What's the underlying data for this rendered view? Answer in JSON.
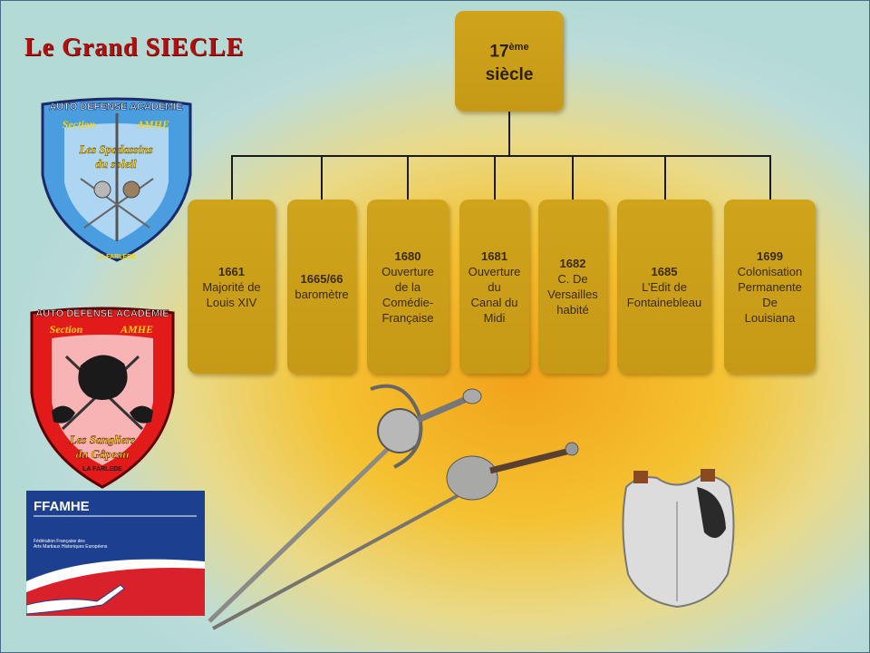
{
  "slide": {
    "title": "Le Grand SIECLE",
    "root": {
      "number": "17",
      "suffix": "ème",
      "word": "siècle"
    },
    "events": [
      {
        "year": "1661",
        "lines": [
          "Majorité de",
          "Louis XIV"
        ]
      },
      {
        "year": "1665/66",
        "lines": [
          "baromètre"
        ]
      },
      {
        "year": "1680",
        "lines": [
          "Ouverture",
          "de la",
          "Comédie-",
          "Française"
        ]
      },
      {
        "year": "1681",
        "lines": [
          "Ouverture",
          "du",
          "Canal du",
          "Midi"
        ]
      },
      {
        "year": "1682",
        "lines": [
          "C. De",
          "Versailles",
          "habité"
        ]
      },
      {
        "year": "1685",
        "lines": [
          "L’Edit de",
          "Fontainebleau"
        ]
      },
      {
        "year": "1699",
        "lines": [
          "Colonisation",
          "Permanente",
          "De",
          "Louisiana"
        ]
      }
    ]
  },
  "logos": {
    "shield_blue": {
      "banner": "AUTO DEFENSE ACADEMIE",
      "section": "Section",
      "amhe": "AMHE",
      "name1": "Les Spadassins",
      "name2": "du soleil",
      "town": "LA FARLEDE"
    },
    "shield_red": {
      "banner": "AUTO DEFENSE ACADEMIE",
      "section": "Section",
      "amhe": "AMHE",
      "name1": "Les Sangliers",
      "name2": "du Gâpeau",
      "town": "LA FARLEDE"
    },
    "ffamhe": {
      "name": "FFAMHE",
      "line1": "Fédération Française des",
      "line2": "Arts Martiaux Historiques Européens"
    }
  },
  "colors": {
    "title": "#b01010",
    "box": "#c99d17",
    "shield_blue": "#4a9ee0",
    "shield_red": "#e21a1a",
    "ffamhe_blue": "#1d3f8f"
  }
}
